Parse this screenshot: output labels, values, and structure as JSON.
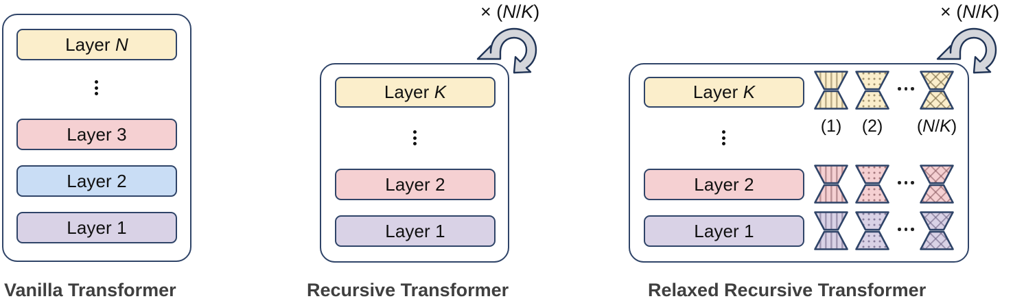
{
  "colors": {
    "outline": "#2f4468",
    "yellow": "#fbeecb",
    "pink": "#f5d0d2",
    "blue": "#c9ddf5",
    "purple": "#d9d2e6",
    "arrow_fill": "#d4d6db",
    "caption": "#3f3f3f",
    "background": "#ffffff"
  },
  "panels": [
    {
      "id": "vanilla",
      "caption": "Vanilla Transformer",
      "layers": [
        {
          "label_prefix": "Layer ",
          "label_symbol": "N",
          "symbol_italic": true,
          "color_key": "yellow"
        },
        {
          "ellipsis": true
        },
        {
          "label_prefix": "Layer ",
          "label_symbol": "3",
          "symbol_italic": false,
          "color_key": "pink"
        },
        {
          "label_prefix": "Layer ",
          "label_symbol": "2",
          "symbol_italic": false,
          "color_key": "blue"
        },
        {
          "label_prefix": "Layer ",
          "label_symbol": "1",
          "symbol_italic": false,
          "color_key": "purple"
        }
      ],
      "loop": null
    },
    {
      "id": "recursive",
      "caption": "Recursive Transformer",
      "loop": {
        "prefix": "× (",
        "numerator": "N",
        "slash": "/",
        "denominator": "K",
        "suffix": ")"
      },
      "layers": [
        {
          "label_prefix": "Layer ",
          "label_symbol": "K",
          "symbol_italic": true,
          "color_key": "yellow"
        },
        {
          "ellipsis": true
        },
        {
          "label_prefix": "Layer ",
          "label_symbol": "2",
          "symbol_italic": false,
          "color_key": "pink"
        },
        {
          "label_prefix": "Layer ",
          "label_symbol": "1",
          "symbol_italic": false,
          "color_key": "purple"
        }
      ]
    },
    {
      "id": "relaxed",
      "caption": "Relaxed Recursive Transformer",
      "loop": {
        "prefix": "× (",
        "numerator": "N",
        "slash": "/",
        "denominator": "K",
        "suffix": ")"
      },
      "layers": [
        {
          "label_prefix": "Layer ",
          "label_symbol": "K",
          "symbol_italic": true,
          "color_key": "yellow",
          "adapters": [
            {
              "pattern": "vertical-stripes"
            },
            {
              "pattern": "dots"
            },
            {
              "ellipsis": true
            },
            {
              "pattern": "cross-hatch"
            }
          ]
        },
        {
          "ellipsis": true
        },
        {
          "label_prefix": "Layer ",
          "label_symbol": "2",
          "symbol_italic": false,
          "color_key": "pink",
          "adapters": [
            {
              "pattern": "vertical-stripes"
            },
            {
              "pattern": "dots"
            },
            {
              "ellipsis": true
            },
            {
              "pattern": "cross-hatch"
            }
          ]
        },
        {
          "label_prefix": "Layer ",
          "label_symbol": "1",
          "symbol_italic": false,
          "color_key": "purple",
          "adapters": [
            {
              "pattern": "vertical-stripes"
            },
            {
              "pattern": "dots"
            },
            {
              "ellipsis": true
            },
            {
              "pattern": "cross-hatch"
            }
          ]
        }
      ],
      "adapter_captions": [
        {
          "text": "(1)",
          "italic": false
        },
        {
          "text": "(2)",
          "italic": false
        },
        {
          "text": "(N/K)",
          "italic": true
        }
      ]
    }
  ]
}
